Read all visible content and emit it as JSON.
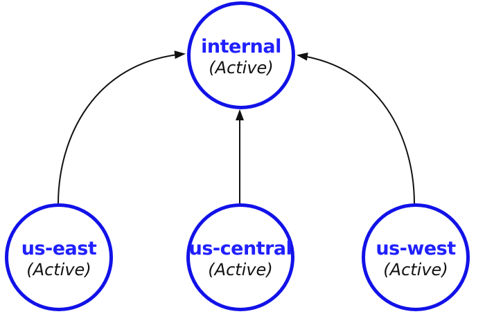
{
  "diagram": {
    "nodes": [
      {
        "id": "internal",
        "label": "internal",
        "status": "(Active)"
      },
      {
        "id": "us-east",
        "label": "us-east",
        "status": "(Active)"
      },
      {
        "id": "us-central",
        "label": "us-central",
        "status": "(Active)"
      },
      {
        "id": "us-west",
        "label": "us-west",
        "status": "(Active)"
      }
    ],
    "edges": [
      {
        "from": "us-east",
        "to": "internal",
        "style": "curved-arrow"
      },
      {
        "from": "us-central",
        "to": "internal",
        "style": "straight-arrow"
      },
      {
        "from": "us-west",
        "to": "internal",
        "style": "curved-arrow"
      }
    ],
    "colors": {
      "node_border": "#1212e8",
      "node_label": "#2020ff",
      "status_text": "#111111",
      "arrow": "#111111",
      "background": "#ffffff"
    }
  }
}
